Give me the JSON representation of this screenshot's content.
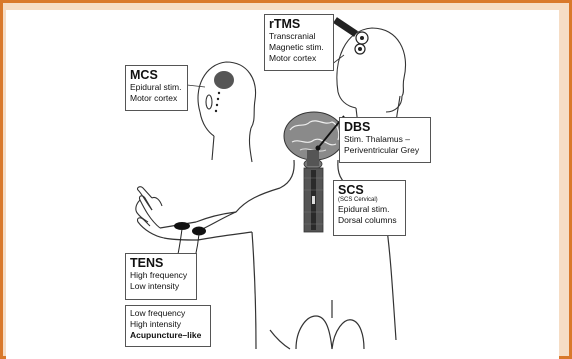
{
  "labels": {
    "rtms": {
      "title": "rTMS",
      "lines": [
        "Transcranial",
        "Magnetic stim.",
        "Motor cortex"
      ]
    },
    "mcs": {
      "title": "MCS",
      "lines": [
        "Epidural stim.",
        "Motor cortex"
      ]
    },
    "dbs": {
      "title": "DBS",
      "lines": [
        "Stim. Thalamus –",
        "Periventricular Grey"
      ]
    },
    "scs": {
      "title": "SCS",
      "sub": "(SCS Cervical)",
      "lines": [
        "Epidural stim.",
        "Dorsal columns"
      ]
    },
    "tens": {
      "title": "TENS",
      "lines": [
        "High frequency",
        "Low intensity"
      ]
    },
    "acupuncture": {
      "lines": [
        "Low frequency",
        "High intensity"
      ],
      "bold": "Acupuncture–like"
    }
  },
  "colors": {
    "frame": "#d9792b",
    "frame_fill": "#f6ddc5",
    "line": "#333333"
  }
}
